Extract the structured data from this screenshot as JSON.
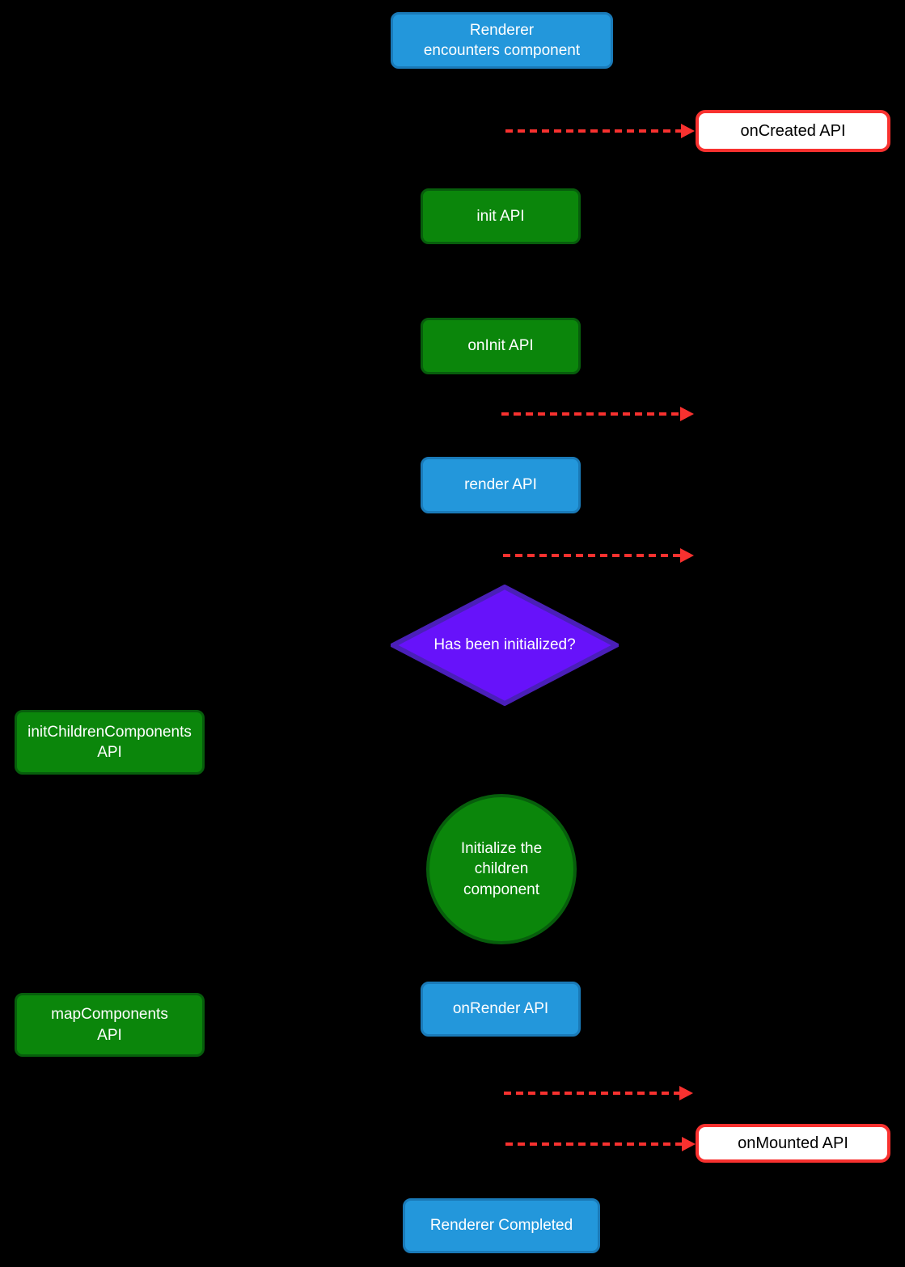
{
  "colors": {
    "background": "#000000",
    "blue_fill": "#2397db",
    "blue_border": "#1a7ab8",
    "green_fill": "#0b860b",
    "green_border": "#075e0c",
    "purple_fill": "#6712fa",
    "purple_border": "#4a1fb8",
    "red": "#f8312f",
    "callout_fill": "#ffffff",
    "callout_text": "#000000",
    "node_text": "#ffffff"
  },
  "nodes": {
    "start": {
      "label": "Renderer\nencounters component",
      "shape": "rounded-rect",
      "color": "blue"
    },
    "on_created": {
      "label": "onCreated API",
      "shape": "callout",
      "color": "red-outline"
    },
    "init": {
      "label": "init API",
      "shape": "rounded-rect",
      "color": "green"
    },
    "on_init": {
      "label": "onInit API",
      "shape": "rounded-rect",
      "color": "green"
    },
    "render": {
      "label": "render API",
      "shape": "rounded-rect",
      "color": "blue"
    },
    "has_been_initialized": {
      "label": "Has been initialized?",
      "shape": "diamond",
      "color": "purple"
    },
    "init_children_components": {
      "label": "initChildrenComponents\nAPI",
      "shape": "rounded-rect",
      "color": "green"
    },
    "initialize_children": {
      "label": "Initialize the\nchildren\ncomponent",
      "shape": "circle",
      "color": "green"
    },
    "map_components": {
      "label": "mapComponents\nAPI",
      "shape": "rounded-rect",
      "color": "green"
    },
    "on_render": {
      "label": "onRender API",
      "shape": "rounded-rect",
      "color": "blue"
    },
    "on_mounted": {
      "label": "onMounted API",
      "shape": "callout",
      "color": "red-outline"
    },
    "complete": {
      "label": "Renderer Completed",
      "shape": "rounded-rect",
      "color": "blue"
    }
  },
  "arrows": [
    {
      "name": "to-oncreated",
      "style": "dashed",
      "color": "#f8312f",
      "direction": "right",
      "to": "on_created"
    },
    {
      "name": "after-oninit",
      "style": "dashed",
      "color": "#f8312f",
      "direction": "right",
      "to": ""
    },
    {
      "name": "after-render",
      "style": "dashed",
      "color": "#f8312f",
      "direction": "right",
      "to": ""
    },
    {
      "name": "after-onrender",
      "style": "dashed",
      "color": "#f8312f",
      "direction": "right",
      "to": ""
    },
    {
      "name": "to-onmounted",
      "style": "dashed",
      "color": "#f8312f",
      "direction": "right",
      "to": "on_mounted"
    }
  ]
}
